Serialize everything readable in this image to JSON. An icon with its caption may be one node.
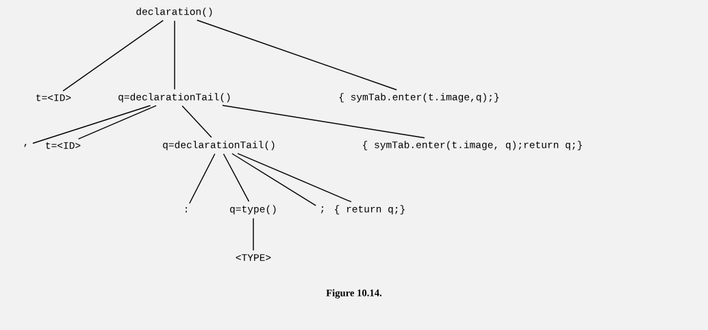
{
  "diagram": {
    "caption": "Figure 10.14.",
    "nodes": [
      {
        "text": [
          "declaration()"
        ]
      },
      {
        "text": [
          "t=<ID>"
        ]
      },
      {
        "text": [
          "q=declarationTail()"
        ]
      },
      {
        "text": [
          "{ symTab.enter(t.image,q);}"
        ]
      },
      {
        "text": [
          ","
        ]
      },
      {
        "text": [
          "t=<ID>"
        ]
      },
      {
        "text": [
          "q=declarationTail()"
        ]
      },
      {
        "text": [
          "{ symTab.enter(t.image, q);return q;}"
        ]
      },
      {
        "text": [
          ":"
        ]
      },
      {
        "text": [
          "q=type()"
        ]
      },
      {
        "text": [
          ";"
        ]
      },
      {
        "text": [
          "{ return q;}"
        ]
      },
      {
        "text": [
          "<TYPE>"
        ]
      }
    ],
    "edges": [
      {
        "from": 0,
        "to": 1,
        "arrow": "none"
      },
      {
        "from": 0,
        "to": 2,
        "arrow": "none"
      },
      {
        "from": 0,
        "to": 3,
        "arrow": "none"
      },
      {
        "from": 2,
        "to": 4,
        "arrow": "none"
      },
      {
        "from": 2,
        "to": 5,
        "arrow": "none"
      },
      {
        "from": 2,
        "to": 6,
        "arrow": "none"
      },
      {
        "from": 2,
        "to": 7,
        "arrow": "none"
      },
      {
        "from": 6,
        "to": 8,
        "arrow": "none"
      },
      {
        "from": 6,
        "to": 9,
        "arrow": "none"
      },
      {
        "from": 6,
        "to": 10,
        "arrow": "none"
      },
      {
        "from": 6,
        "to": 11,
        "arrow": "none"
      },
      {
        "from": 9,
        "to": 12,
        "arrow": "none"
      }
    ]
  }
}
